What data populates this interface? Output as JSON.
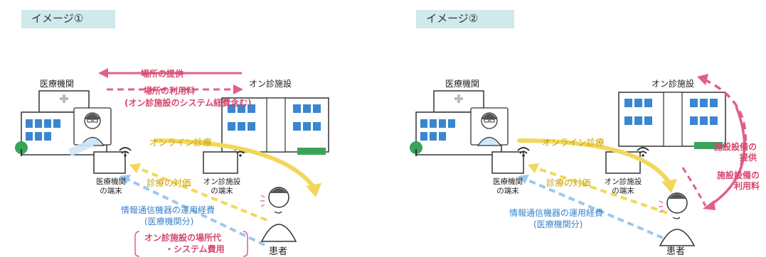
{
  "panel1": {
    "tag": "イメージ①",
    "medical_institution": "医療機関",
    "facility": "オン診施設",
    "place_provision": "場所の提供",
    "place_fee": "場所の利用料",
    "place_fee_note": "(オン診施設のシステム経費含む)",
    "online_consult": "オンライン診療",
    "consult_fee": "診療の対価",
    "medical_terminal_line1": "医療機関",
    "medical_terminal_line2": "の端末",
    "facility_terminal_line1": "オン診施設",
    "facility_terminal_line2": "の端末",
    "it_cost": "情報通信機器の運用経費",
    "it_cost_note": "(医療機関分)",
    "patient_cost_line1": "オン診施設の場所代",
    "patient_cost_line2": "・システム費用",
    "patient": "患者"
  },
  "panel2": {
    "tag": "イメージ②",
    "medical_institution": "医療機関",
    "facility": "オン診施設",
    "online_consult": "オンライン診療",
    "consult_fee": "診療の対価",
    "medical_terminal_line1": "医療機関",
    "medical_terminal_line2": "の端末",
    "facility_terminal_line1": "オン診施設",
    "facility_terminal_line2": "の端末",
    "equip_provision_line1": "施設設備の",
    "equip_provision_line2": "提供",
    "equip_fee_line1": "施設設備の",
    "equip_fee_line2": "利用料",
    "it_cost": "情報通信機器の運用経費",
    "it_cost_note": "(医療機関分)",
    "patient": "患者"
  },
  "colors": {
    "pink": "#e0608a",
    "yellow": "#f3d75a",
    "blue": "#9dc7ee",
    "building_blue": "#3a86d0",
    "green": "#3aa35a",
    "tag_bg": "#cfe9ec"
  }
}
